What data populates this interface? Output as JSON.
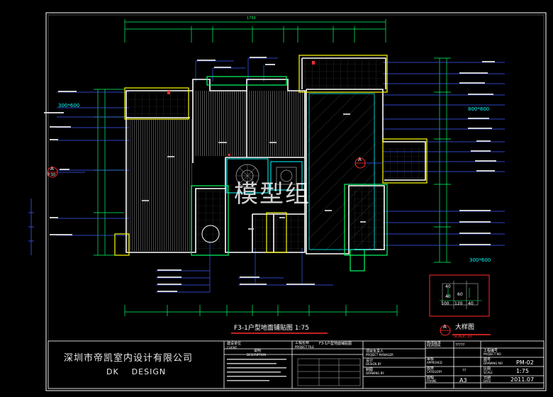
{
  "drawing": {
    "title": "F3-1户型地面铺贴图  1:75",
    "detail_title": "大样图",
    "detail_scale": "SCALE: 30",
    "watermark": "模型组",
    "detail_dims": [
      "40",
      "60",
      "40",
      "100",
      "120",
      "40"
    ],
    "tile_labels": [
      "300*600",
      "800*800",
      "300*600"
    ],
    "section_marks": [
      {
        "letter": "A",
        "ref": "P-10"
      },
      {
        "letter": "A",
        "ref": ""
      },
      {
        "letter": "A",
        "ref": ""
      }
    ]
  },
  "title_block": {
    "company_cn": "深圳市帝凯室内设计有限公司",
    "company_en": "DK    DESIGN",
    "client_label": "建设单位",
    "client_label_en": "CLIENT",
    "description_label": "说明",
    "description_label_en": "DESCRIPTION",
    "project_label": "工程名称",
    "project_label_en": "PROJECT TILE",
    "project_name": "F3-1户型地面铺贴图",
    "pm_label": "项目负责人",
    "pm_label_en": "PROJECT MANAGER",
    "design_label": "设计",
    "design_label_en": "DESIGN BY",
    "drawing_label": "制图",
    "drawing_label_en": "DRAWING BY",
    "revision_label": "修改版本",
    "revision_label_en": "REVISION",
    "revision_value": "?????",
    "approved_label": "审核",
    "approved_label_en": "APPROVED",
    "category_label": "图类",
    "category_label_en": "CATEGORY",
    "category_value": "??",
    "frame_label": "图幅",
    "frame_label_en": "FRAME",
    "frame_value": "A3",
    "project_no_label": "工程编号",
    "project_no_label_en": "PROJECT NO",
    "drawing_no_label": "图号",
    "drawing_no_label_en": "DRAWING NO",
    "drawing_no_value": "PM-02",
    "scale_label": "比例",
    "scale_label_en": "SCALE",
    "scale_value": "1:75",
    "date_label": "日期",
    "date_label_en": "DATE",
    "date_value": "2011.07"
  },
  "colors": {
    "background": "#000000",
    "wall": "#ffffff",
    "dimension": "#00ff66",
    "leader": "#3a5cff",
    "frame": "#ffff00",
    "tile": "#00ffff",
    "accent": "#ff2a2a"
  }
}
